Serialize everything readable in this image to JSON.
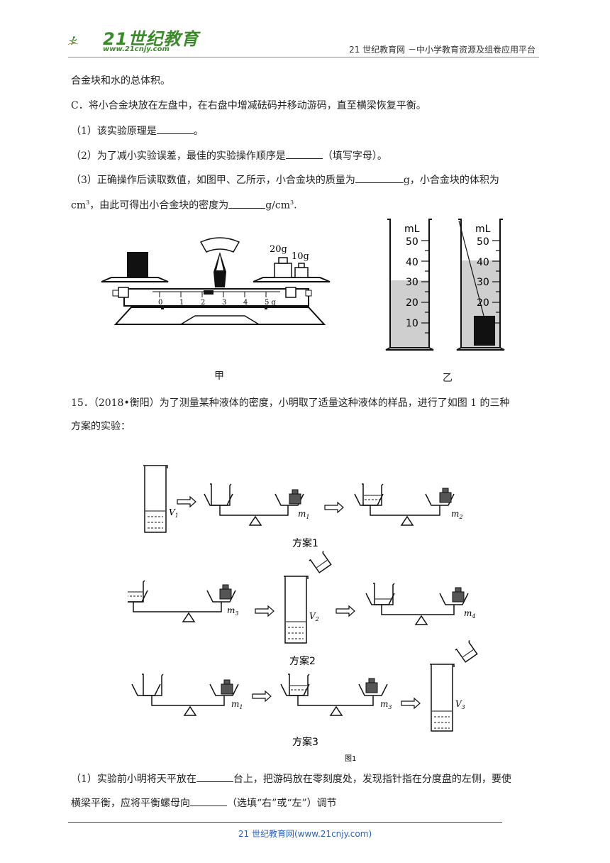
{
  "header": {
    "logo_main": "21世纪教育",
    "logo_sub": "www.21cnjy.com",
    "site_title": "21 世纪教育网 －中小学教育资源及组卷应用平台"
  },
  "lines": {
    "l1": "合金块和水的总体积。",
    "l2": "C．将小合金块放在左盘中，在右盘中增减砝码并移动游码，直至横梁恢复平衡。",
    "l3a": "（1）该实验原理是",
    "l3b": "。",
    "l4a": "（2）为了减小实验误差，最佳的实验操作顺序是",
    "l4b": "（填写字母）。",
    "l5a": "（3）正确操作后读取数值，如图甲、乙所示，小合金块的质量为",
    "l5b": "g，小合金块的体积为",
    "l6a": "cm",
    "l6sup": "3",
    "l6b": "，由此可得出小合金块的密度为",
    "l6c": "g/cm",
    "l6sup2": "3",
    "l6d": ".",
    "q15a": "15．（2018•衡阳）为了测量某种液体的密度，小明取了适量这种液体的样品，进行了如图 1 的三种",
    "q15b": "方案的实验：",
    "q1a": "（1）实验前小明将天平放在",
    "q1b": "台上，把游码放在零刻度处，发现指针指在分度盘的左侧，要使",
    "q2a": "横梁平衡，应将平衡螺母向",
    "q2b": "（选填“右”或“左”）调节"
  },
  "figure1": {
    "cap_jia": "甲",
    "cap_yi": "乙",
    "w20": "20g",
    "w10": "10g",
    "scale": [
      "0",
      "1",
      "2",
      "3",
      "4",
      "5 g"
    ],
    "cyl_unit": "mL",
    "cyl_ticks": [
      "50",
      "40",
      "30",
      "20",
      "10"
    ]
  },
  "figure2": {
    "plan1": "方案1",
    "plan2": "方案2",
    "plan3": "方案3",
    "fig_label": "图1",
    "v1": "V",
    "v1s": "1",
    "v2": "V",
    "v2s": "2",
    "v3": "V",
    "v3s": "3",
    "m1": "m",
    "m1s": "1",
    "m2": "m",
    "m2s": "2",
    "m3": "m",
    "m3s": "3",
    "m4": "m",
    "m4s": "4",
    "m1b": "m",
    "m1bs": "1",
    "m3b": "m",
    "m3bs": "3"
  },
  "footer": {
    "text": "21 世纪教育网(www.21cnjy.com)"
  }
}
